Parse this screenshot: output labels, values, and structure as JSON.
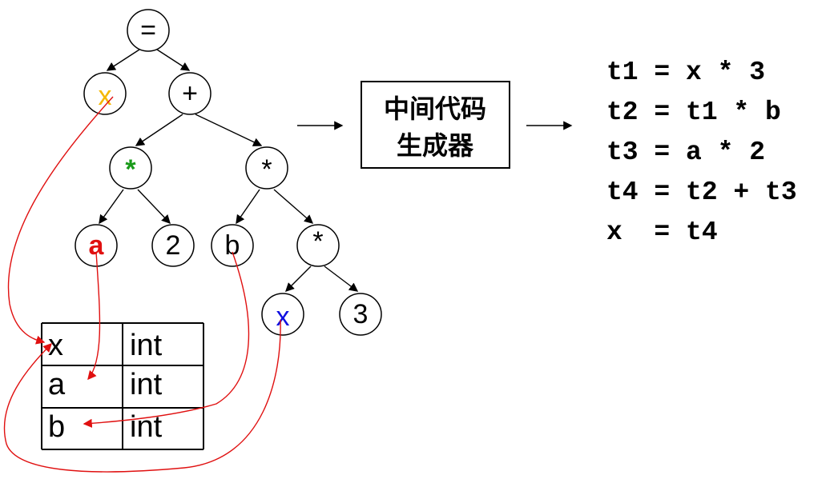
{
  "tree": {
    "root": "=",
    "lhs": "x",
    "plus": "+",
    "mul_left": "*",
    "mul_right": "*",
    "leaf_a": "a",
    "leaf_2": "2",
    "leaf_b": "b",
    "mul_inner": "*",
    "leaf_x": "x",
    "leaf_3": "3"
  },
  "symbol_table": [
    {
      "name": "x",
      "type": "int"
    },
    {
      "name": "a",
      "type": "int"
    },
    {
      "name": "b",
      "type": "int"
    }
  ],
  "generator": {
    "line1": "中间代码",
    "line2": "生成器"
  },
  "code": [
    "t1 = x * 3",
    "t2 = t1 * b",
    "t3 = a * 2",
    "t4 = t2 + t3",
    "x  = t4"
  ],
  "colors": {
    "lhs_x": "#f5b800",
    "leaf_a": "#e01010",
    "mul_left": "#1a9a1a",
    "leaf_x": "#1010e0",
    "pointer": "#e01010"
  }
}
